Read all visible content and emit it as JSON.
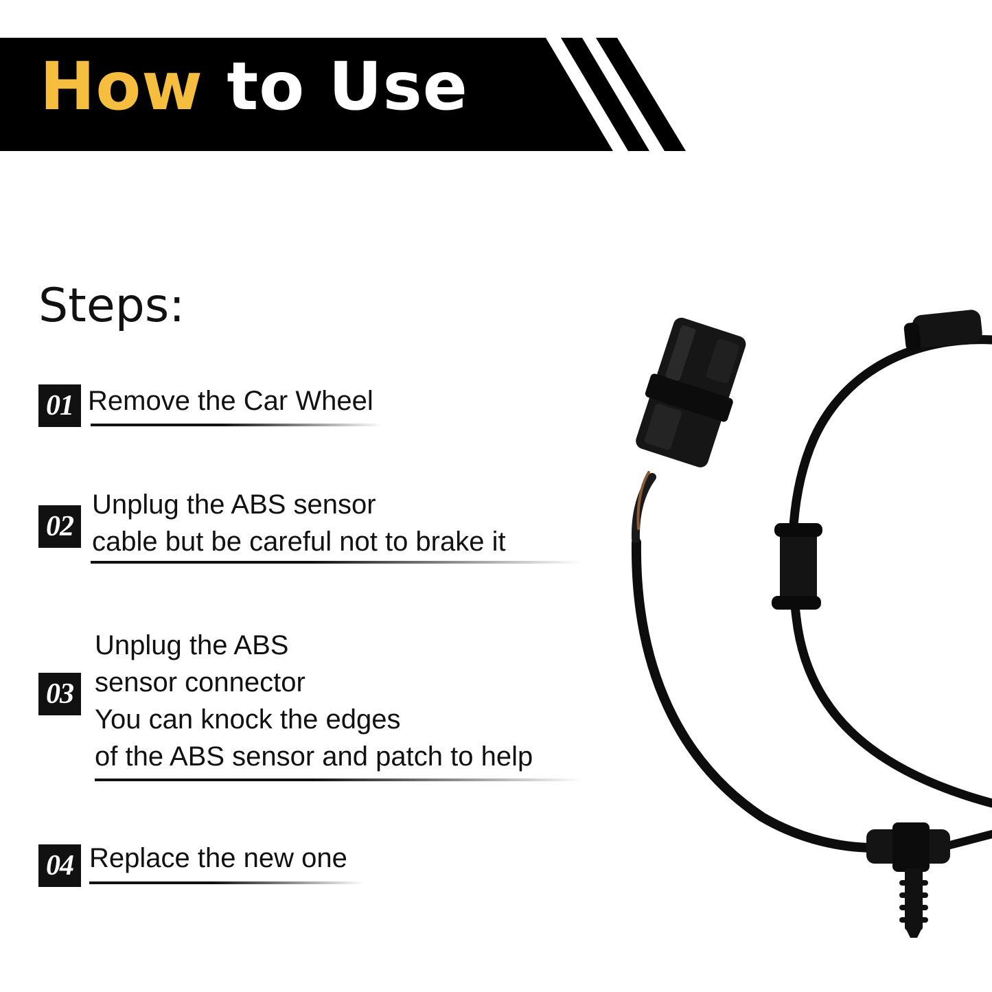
{
  "header": {
    "title_highlight": "How",
    "title_rest": " to Use",
    "highlight_color": "#f6be3f"
  },
  "steps_heading": "Steps:",
  "steps": [
    {
      "number": "01",
      "lines": [
        "Remove the Car Wheel"
      ]
    },
    {
      "number": "02",
      "lines": [
        "Unplug the ABS sensor",
        "cable but be careful not to brake it"
      ]
    },
    {
      "number": "03",
      "lines": [
        "Unplug the ABS",
        "sensor connector",
        "You can knock the edges",
        "of the ABS sensor and patch to help"
      ]
    },
    {
      "number": "04",
      "lines": [
        "Replace the new one"
      ]
    }
  ],
  "product": {
    "icon": "abs-sensor-cable-icon"
  }
}
